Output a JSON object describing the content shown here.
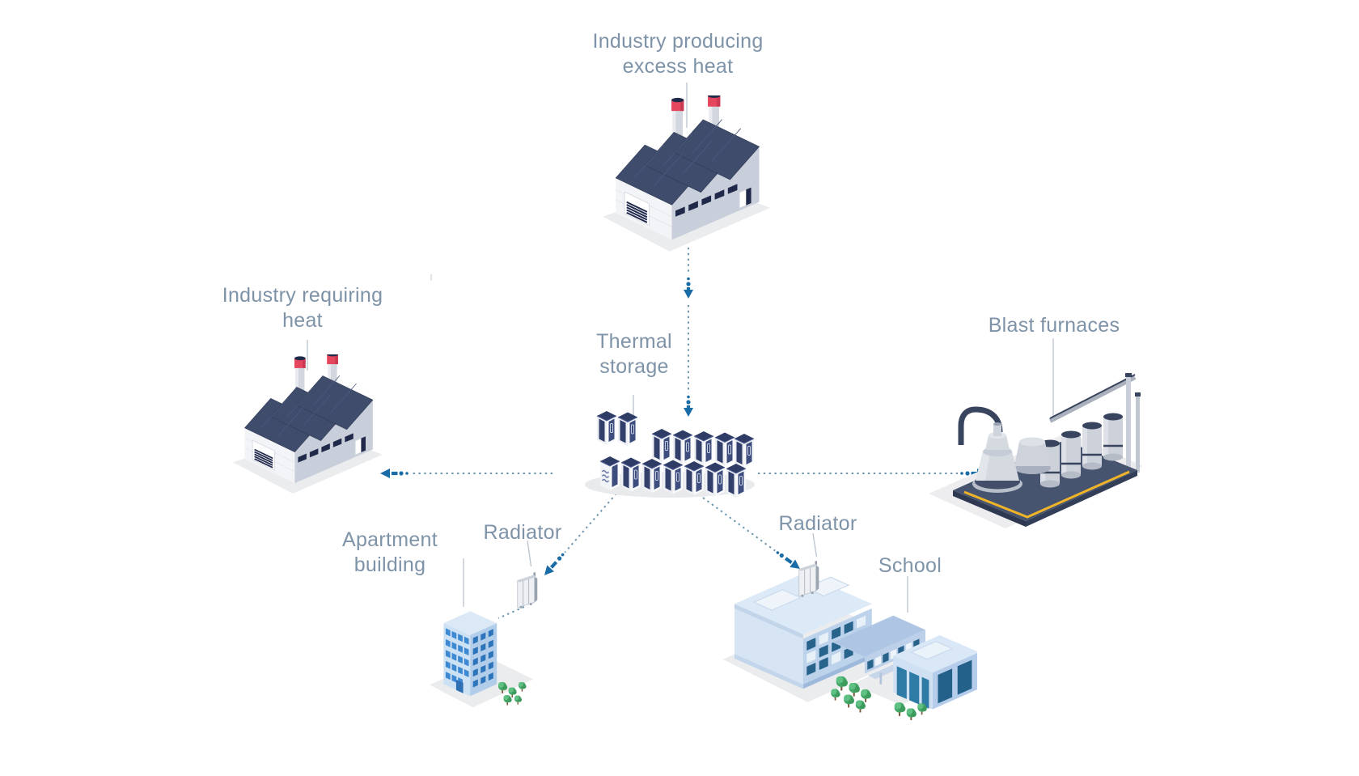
{
  "labels": {
    "industry_producing": [
      "Industry producing",
      "excess heat"
    ],
    "industry_requiring": [
      "Industry requiring",
      "heat"
    ],
    "thermal_storage": [
      "Thermal",
      "storage"
    ],
    "blast_furnaces": "Blast furnaces",
    "apartment_building": [
      "Apartment",
      "building"
    ],
    "school": "School",
    "radiator_left": "Radiator",
    "radiator_right": "Radiator"
  },
  "diagram": {
    "nodes": [
      {
        "id": "industry-producing-excess-heat",
        "label": "Industry producing excess heat",
        "icon": "factory-icon"
      },
      {
        "id": "thermal-storage",
        "label": "Thermal storage",
        "icon": "thermal-storage-battery-cabinets-icon"
      },
      {
        "id": "industry-requiring-heat",
        "label": "Industry requiring heat",
        "icon": "factory-icon"
      },
      {
        "id": "blast-furnaces",
        "label": "Blast furnaces",
        "icon": "blast-furnace-plant-icon"
      },
      {
        "id": "apartment-building",
        "label": "Apartment building",
        "icon": "apartment-building-icon"
      },
      {
        "id": "school",
        "label": "School",
        "icon": "school-building-icon"
      },
      {
        "id": "radiator-left",
        "label": "Radiator",
        "icon": "radiator-icon"
      },
      {
        "id": "radiator-right",
        "label": "Radiator",
        "icon": "radiator-icon"
      }
    ],
    "edges": [
      {
        "from": "industry-producing-excess-heat",
        "to": "thermal-storage",
        "style": "dotted-arrow",
        "direction": "down"
      },
      {
        "from": "thermal-storage",
        "to": "industry-requiring-heat",
        "style": "dotted-arrow",
        "direction": "left"
      },
      {
        "from": "thermal-storage",
        "to": "blast-furnaces",
        "style": "dotted-arrow",
        "direction": "right"
      },
      {
        "from": "thermal-storage",
        "to": "apartment-building",
        "style": "dotted-arrow",
        "direction": "down-left",
        "via": "radiator-left"
      },
      {
        "from": "thermal-storage",
        "to": "school",
        "style": "dotted-arrow",
        "direction": "down-right",
        "via": "radiator-right"
      }
    ]
  },
  "colors": {
    "background": "#ffffff",
    "label_text": "#7e93a8",
    "arrowhead_blue": "#1a6ca6",
    "dotted_line_blue": "#6e96ae",
    "connector_line_gray": "#b9c3cc",
    "factory_roof_navy": "#3f4c6b",
    "chimney_red": "#e6455e",
    "storage_cabinet_navy": "#323f6b",
    "building_light_blue": "#cfe2f5",
    "window_blue": "#3e8ad2",
    "school_window_teal": "#27638b",
    "tree_green": "#45a868",
    "pipe_yellow": "#f0b429"
  }
}
